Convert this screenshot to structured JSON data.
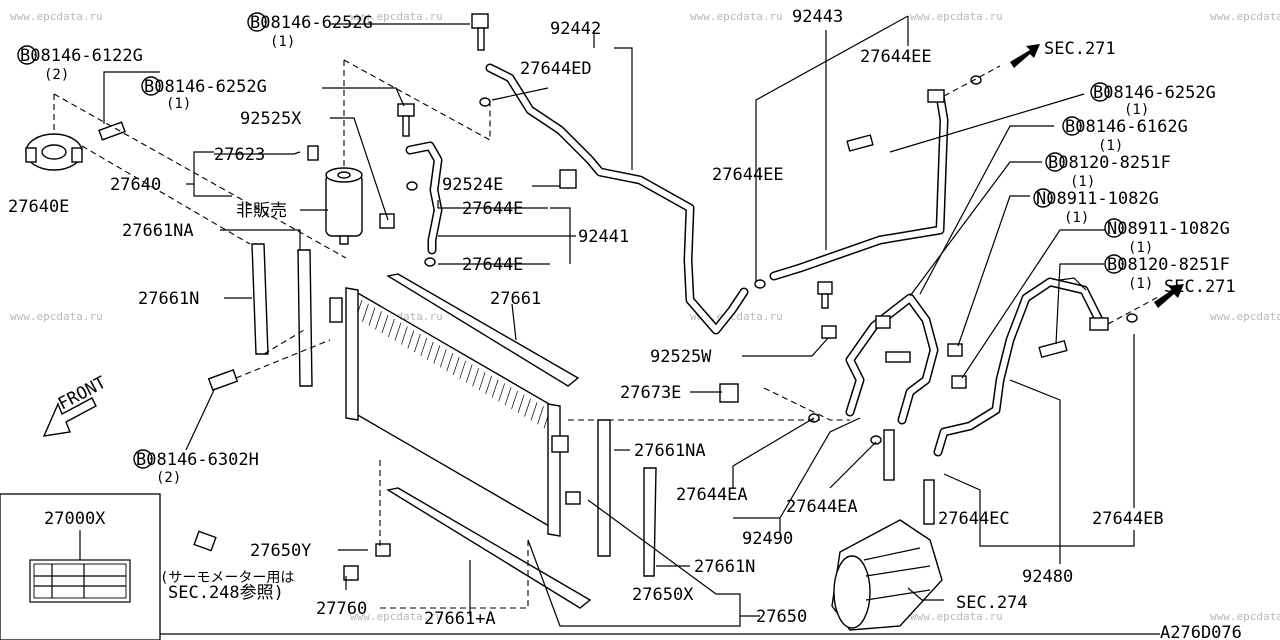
{
  "watermark": "www.epcdata.ru",
  "drawing_code": "A276D076",
  "callouts": {
    "c1": {
      "main": "B08146-6122G",
      "qty": "(2)"
    },
    "c2": {
      "main": "B08146-6252G",
      "qty": "(1)"
    },
    "c3": {
      "main": "B08146-6252G",
      "qty": "(1)"
    },
    "c4": {
      "main": "B08146-6252G",
      "qty": "(1)"
    },
    "c5": {
      "main": "B08146-6162G",
      "qty": "(1)"
    },
    "c6": {
      "main": "B08120-8251F",
      "qty": "(1)"
    },
    "c7": {
      "main": "N08911-1082G",
      "qty": "(1)"
    },
    "c8": {
      "main": "N08911-1082G",
      "qty": "(1)"
    },
    "c9": {
      "main": "B08120-8251F",
      "qty": "(1)"
    },
    "c10": {
      "main": "B08146-6302H",
      "qty": "(2)"
    }
  },
  "parts": {
    "p92442": "92442",
    "p92443": "92443",
    "p27644EE_top": "27644EE",
    "p27644ED": "27644ED",
    "p92525X": "92525X",
    "p27623": "27623",
    "p27640": "27640",
    "p27640E": "27640E",
    "not_sold": "非販売",
    "p92524E": "92524E",
    "p27644E_1": "27644E",
    "p27644EE_mid": "27644EE",
    "p27661NA_top": "27661NA",
    "p92441": "92441",
    "p27644E_2": "27644E",
    "p27661N_left": "27661N",
    "p27661": "27661",
    "p92525W": "92525W",
    "p27673E": "27673E",
    "p27661NA_bot": "27661NA",
    "p27644EA_1": "27644EA",
    "p27644EA_2": "27644EA",
    "p92490": "92490",
    "p27644EC": "27644EC",
    "p27644EB": "27644EB",
    "p27661N_right": "27661N",
    "p92480": "92480",
    "p27000X": "27000X",
    "p27650Y": "27650Y",
    "thermo_note": "(サーモメーター用は",
    "sec248": "SEC.248参照)",
    "p27760": "27760",
    "p27661A": "27661+A",
    "p27650X": "27650X",
    "p27650": "27650",
    "sec274": "SEC.274",
    "sec271_top": "SEC.271",
    "sec271_mid": "SEC.271",
    "front": "FRONT"
  }
}
